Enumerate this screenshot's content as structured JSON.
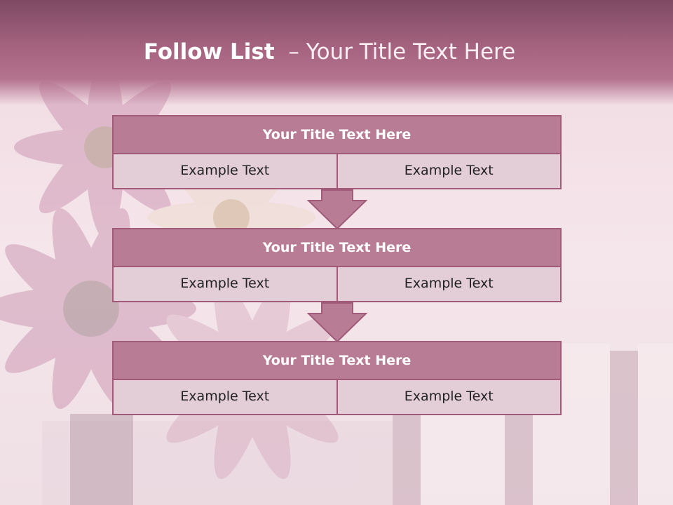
{
  "slide": {
    "title_bold": "Follow List",
    "title_rest": "– Your Title Text Here"
  },
  "blocks": [
    {
      "title": "Your Title Text Here",
      "left": "Example Text",
      "right": "Example Text"
    },
    {
      "title": "Your Title Text Here",
      "left": "Example Text",
      "right": "Example Text"
    },
    {
      "title": "Your Title Text Here",
      "left": "Example Text",
      "right": "Example Text"
    }
  ],
  "colors": {
    "header": "#a5637f",
    "block_title": "#b97c95",
    "cell": "#e3cdd6",
    "border": "#a15a78"
  }
}
